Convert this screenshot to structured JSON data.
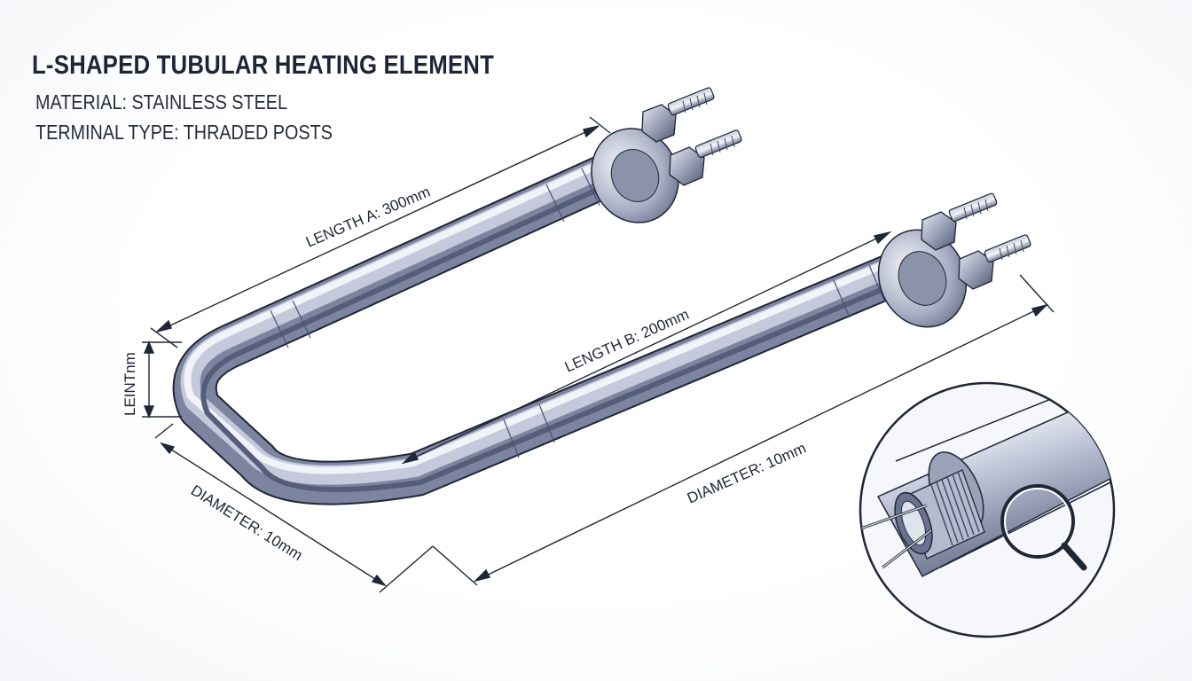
{
  "title": "L-SHAPED TUBULAR HEATING ELEMENT",
  "specs": {
    "material": "MATERIAL: STAINLESS STEEL",
    "terminal": "TERMINAL TYPE: THRADED POSTS"
  },
  "dimensions": {
    "length_a": "LENGTH A: 300mm",
    "length_b": "LENGTH B: 200mm",
    "bend": "LEINTnm",
    "diameter_left": "DIAMETER: 10mm",
    "diameter_right": "DIAMETER: 10mm"
  },
  "colors": {
    "line": "#1f2636",
    "tube_highlight": "#eef1f7",
    "tube_mid": "#a9b1c7",
    "tube_shadow": "#5d6582"
  }
}
